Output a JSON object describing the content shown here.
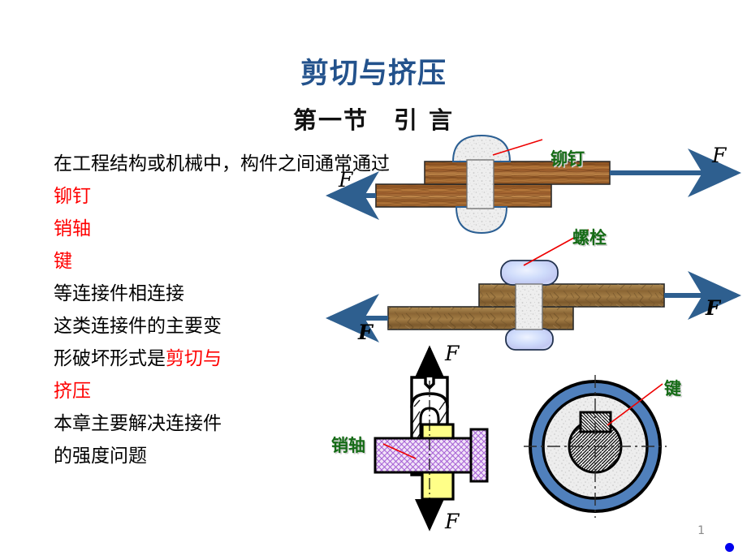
{
  "slide": {
    "title": "剪切与挤压",
    "subtitle": "第一节　引  言",
    "page_number": "1",
    "title_color": "#23528c",
    "accent_red": "#ff0000",
    "label_green": "#156b16",
    "arrow_blue": "#2e5f8f",
    "ring_blue": "#5080bc"
  },
  "body_text": {
    "lines": [
      {
        "text": "在工程结构或机械中，构件之间通常通过",
        "color": "black"
      },
      {
        "text": "铆钉",
        "color": "red"
      },
      {
        "text": "销轴",
        "color": "red"
      },
      {
        "text": "键",
        "color": "red"
      },
      {
        "text": "等连接件相连接",
        "color": "black"
      },
      {
        "text": "这类连接件的主要变",
        "color": "black"
      },
      {
        "text": "形破坏形式是",
        "color": "black",
        "tail": "剪切与",
        "tail_color": "red"
      },
      {
        "text": "挤压",
        "color": "red"
      },
      {
        "text": "本章主要解决连接件",
        "color": "black"
      },
      {
        "text": "的强度问题",
        "color": "black"
      }
    ]
  },
  "diagrams": {
    "rivet": {
      "name": "铆钉",
      "label": "铆钉",
      "force_left": "F",
      "force_right": "F"
    },
    "bolt": {
      "name": "螺栓",
      "label": "螺栓",
      "force_left": "F",
      "force_right": "F"
    },
    "pin": {
      "name": "销轴",
      "label": "销轴",
      "force_top": "F",
      "force_bottom": "F"
    },
    "key": {
      "name": "键",
      "label": "键"
    }
  }
}
